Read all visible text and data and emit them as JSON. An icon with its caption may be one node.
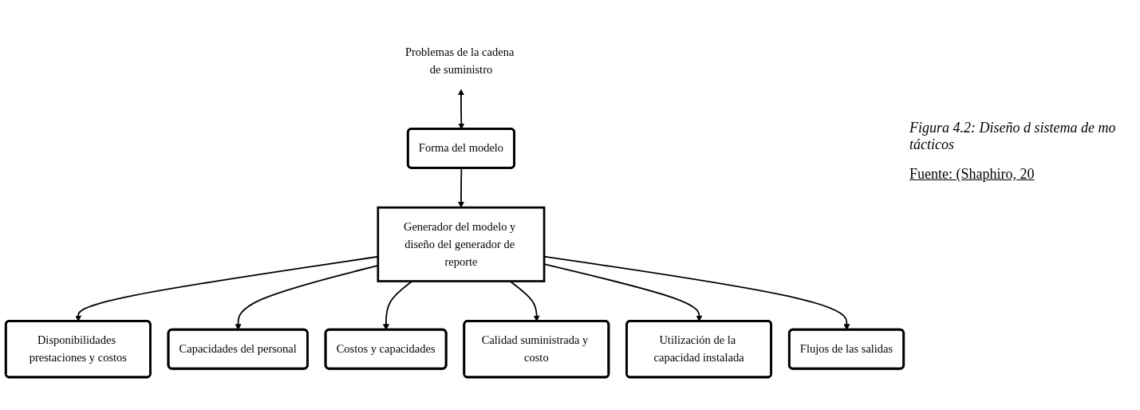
{
  "diagram": {
    "caption": "Figura 4.2: Diseño d sistema de mo tácticos",
    "nodes": [
      {
        "text": [
          "Forma del modelo"
        ]
      },
      {
        "text": [
          "Problemas de la cadena de suministro"
        ]
      },
      {
        "text": [
          "Generador del modelo y diseño del generador de reporte"
        ]
      },
      {
        "text": [
          "Disponibilidades prestaciones y costos"
        ]
      },
      {
        "text": [
          "Capacidades del personal"
        ]
      },
      {
        "text": [
          "Costos y capacidades"
        ]
      },
      {
        "text": [
          "Calidad suministrada y costo"
        ]
      },
      {
        "text": [
          "Utilización de la capacidad instalada"
        ]
      },
      {
        "text": [
          "Flujos de las salidas"
        ]
      }
    ],
    "edges": [
      {
        "from": 0,
        "to": 1,
        "arrow": "both"
      },
      {
        "from": 0,
        "to": 2,
        "arrow": "to"
      },
      {
        "from": 2,
        "to": 3,
        "arrow": "to"
      },
      {
        "from": 2,
        "to": 4,
        "arrow": "to"
      },
      {
        "from": 2,
        "to": 5,
        "arrow": "to"
      },
      {
        "from": 2,
        "to": 6,
        "arrow": "to"
      },
      {
        "from": 2,
        "to": 7,
        "arrow": "to"
      },
      {
        "from": 2,
        "to": 8,
        "arrow": "to"
      }
    ],
    "labels": [
      "Fuente: (Shaphiro, 20"
    ]
  }
}
